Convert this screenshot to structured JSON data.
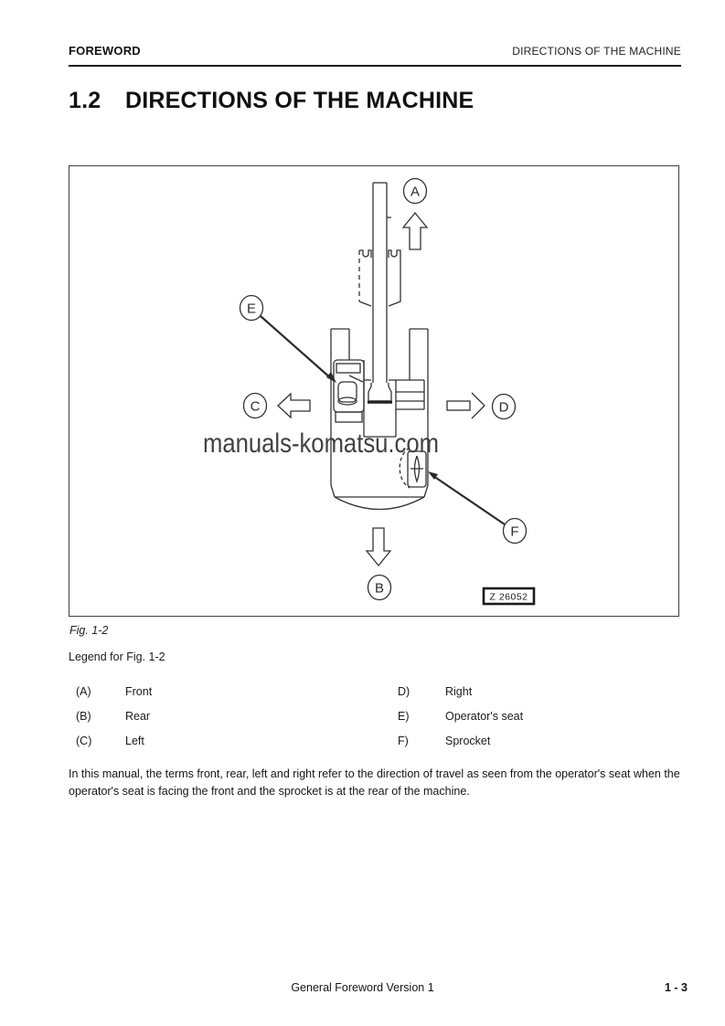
{
  "header": {
    "section": "FOREWORD",
    "chapter": "DIRECTIONS OF THE MACHINE"
  },
  "title": {
    "number": "1.2",
    "text": "DIRECTIONS OF THE MACHINE"
  },
  "figure": {
    "caption": "Fig. 1-2",
    "watermark": "manuals-komatsu.com",
    "code": "Z 26052",
    "labels": {
      "front": "A",
      "rear": "B",
      "left": "C",
      "right": "D",
      "operator_seat": "E",
      "sprocket": "F"
    }
  },
  "legend": {
    "heading": "Legend for Fig. 1-2",
    "left_column": [
      {
        "key": "(A)",
        "value": "Front"
      },
      {
        "key": "(B)",
        "value": "Rear"
      },
      {
        "key": "(C)",
        "value": "Left"
      }
    ],
    "right_column": [
      {
        "key": "D)",
        "value": "Right"
      },
      {
        "key": "E)",
        "value": "Operator's seat"
      },
      {
        "key": "F)",
        "value": "Sprocket"
      }
    ]
  },
  "paragraph": "In this manual, the terms front, rear, left and right refer to the direction of travel as seen from the operator's seat when the operator's seat is facing the front and the sprocket is at the rear of the machine.",
  "footer": {
    "center": "General Foreword Version 1",
    "page": "1 - 3"
  }
}
